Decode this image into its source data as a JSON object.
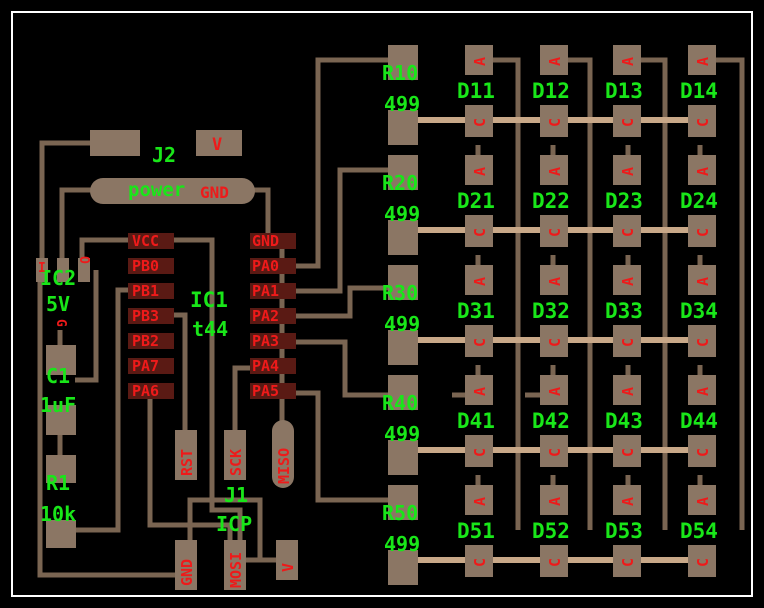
{
  "colors": {
    "background": "#000000",
    "board_border": "#ffffff",
    "trace": "#7a6552",
    "pad": "#8b7664",
    "row_bus": "#c8a888",
    "silkscreen": "#19e619",
    "pin_label": "#ee1a1a"
  },
  "parts": {
    "j2": {
      "ref": "J2",
      "value": "power",
      "pin_v": "V",
      "pin_gnd": "GND"
    },
    "ic2": {
      "ref": "IC2",
      "value": "5V",
      "pins": [
        "I",
        "G",
        "O"
      ]
    },
    "c1": {
      "ref": "C1",
      "value": "1uF"
    },
    "r1": {
      "ref": "R1",
      "value": "10k"
    },
    "ic1": {
      "ref": "IC1",
      "value": "t44",
      "left_pins": [
        "VCC",
        "PB0",
        "PB1",
        "PB3",
        "PB2",
        "PA7",
        "PA6"
      ],
      "right_pins": [
        "GND",
        "PA0",
        "PA1",
        "PA2",
        "PA3",
        "PA4",
        "PA5"
      ]
    },
    "j1": {
      "ref": "J1",
      "value": "ICP",
      "pins": [
        "RST",
        "SCK",
        "MISO",
        "GND",
        "MOSI",
        "V"
      ]
    },
    "resistors": [
      {
        "ref": "R10",
        "value": "499"
      },
      {
        "ref": "R20",
        "value": "499"
      },
      {
        "ref": "R30",
        "value": "499"
      },
      {
        "ref": "R40",
        "value": "499"
      },
      {
        "ref": "R50",
        "value": "499"
      }
    ],
    "leds": [
      [
        "D11",
        "D12",
        "D13",
        "D14"
      ],
      [
        "D21",
        "D22",
        "D23",
        "D24"
      ],
      [
        "D31",
        "D32",
        "D33",
        "D34"
      ],
      [
        "D41",
        "D42",
        "D43",
        "D44"
      ],
      [
        "D51",
        "D52",
        "D53",
        "D54"
      ]
    ],
    "led_pins": {
      "anode": "A",
      "cathode": "C"
    }
  }
}
